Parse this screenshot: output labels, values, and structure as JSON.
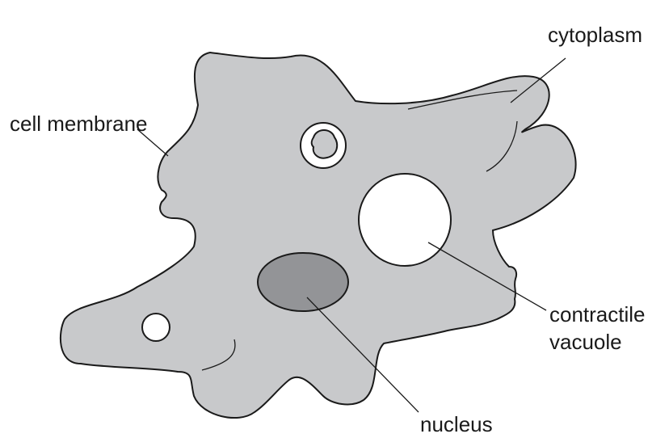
{
  "labels": {
    "cytoplasm": "cytoplasm",
    "cell_membrane": "cell membrane",
    "contractile_vacuole_line1": "contractile",
    "contractile_vacuole_line2": "vacuole",
    "nucleus": "nucleus"
  },
  "colors": {
    "cytoplasm_fill": "#c8c9cb",
    "nucleus_fill": "#939497",
    "vacuole_fill": "#ffffff",
    "food_particle_fill": "#c8c9cb",
    "outline": "#1a1a1a"
  }
}
